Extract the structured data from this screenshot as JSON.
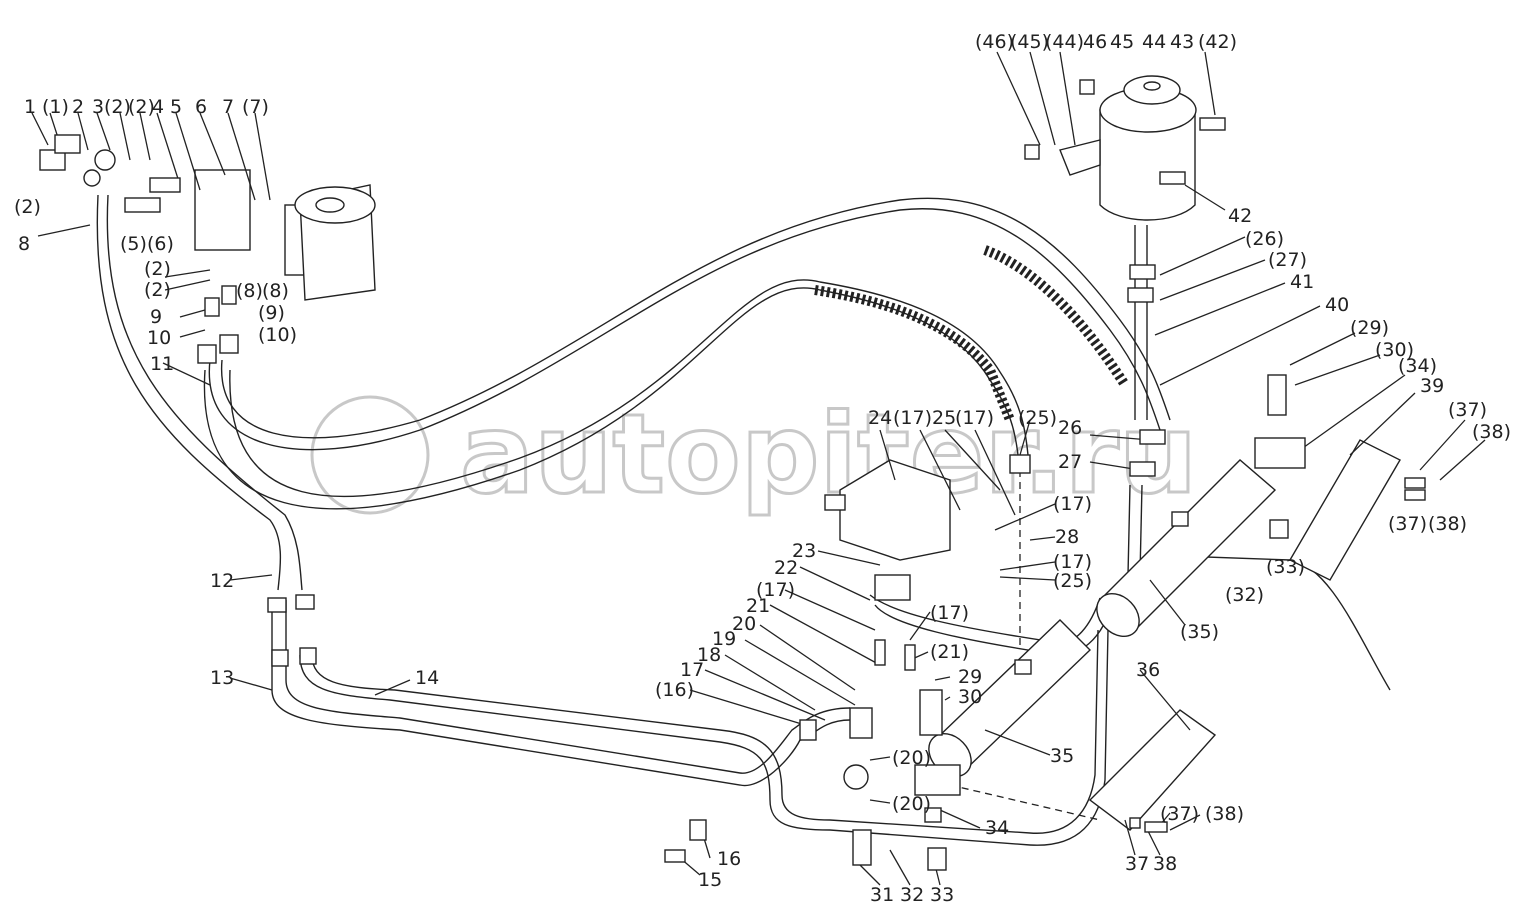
{
  "watermark": "autopiter.ru",
  "callouts": {
    "c1": "1",
    "c1p": "(1)",
    "c2": "2",
    "c3": "3",
    "c2p_a": "(2)",
    "c2p_b": "(2)",
    "c4": "4",
    "c5": "5",
    "c6": "6",
    "c7": "7",
    "c7p": "(7)",
    "c2p_left": "(2)",
    "c8": "8",
    "c5p": "(5)",
    "c6p": "(6)",
    "c2p_c": "(2)",
    "c2p_d": "(2)",
    "c8p_a": "(8)",
    "c8p_b": "(8)",
    "c9": "9",
    "c9p": "(9)",
    "c10": "10",
    "c10p": "(10)",
    "c11": "11",
    "c12": "12",
    "c13": "13",
    "c14": "14",
    "c46p": "(46)",
    "c45p": "(45)",
    "c44p": "(44)",
    "c46": "46",
    "c45": "45",
    "c44": "44",
    "c43": "43",
    "c42p": "(42)",
    "c42": "42",
    "c26p": "(26)",
    "c27p": "(27)",
    "c41": "41",
    "c40": "40",
    "c29p": "(29)",
    "c30p": "(30)",
    "c34p": "(34)",
    "c39": "39",
    "c37p": "(37)",
    "c38p": "(38)",
    "c37p_b": "(37)",
    "c38p_b": "(38)",
    "c33p": "(33)",
    "c32p": "(32)",
    "c35p": "(35)",
    "c24": "24",
    "c17p_a": "(17)",
    "c25": "25",
    "c17p_b": "(17)",
    "c25p_a": "(25)",
    "c26": "26",
    "c27": "27",
    "c17p_c": "(17)",
    "c28": "28",
    "c17p_d": "(17)",
    "c25p_b": "(25)",
    "c23": "23",
    "c22": "22",
    "c17p_e": "(17)",
    "c17p_f": "(17)",
    "c21": "21",
    "c21p": "(21)",
    "c20": "20",
    "c29": "29",
    "c30": "30",
    "c19": "19",
    "c18": "18",
    "c17": "17",
    "c16p": "(16)",
    "c36": "36",
    "c35": "35",
    "c20p_a": "(20)",
    "c20p_b": "(20)",
    "c34": "34",
    "c37p_c": "(37)",
    "c38p_c": "(38)",
    "c37": "37",
    "c38": "38",
    "c16": "16",
    "c15": "15",
    "c31": "31",
    "c32": "32",
    "c33": "33"
  }
}
